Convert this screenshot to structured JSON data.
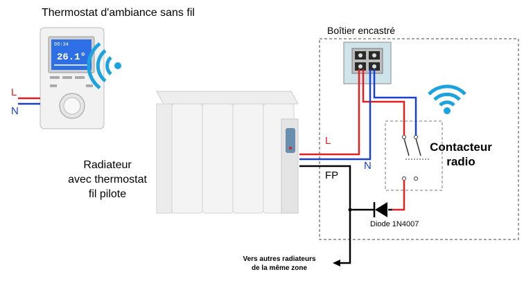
{
  "labels": {
    "title": "Thermostat d'ambiance sans fil",
    "boitier": "Boîtier encastré",
    "radiateur_lines": [
      "Radiateur",
      "avec thermostat",
      "fil pilote"
    ],
    "contacteur_lines": [
      "Contacteur",
      "radio"
    ],
    "diode": "Diode 1N4007",
    "vers_lines": [
      "Vers autres radiateurs",
      "de la même zone"
    ],
    "L": "L",
    "N": "N",
    "FP": "FP"
  },
  "thermostat_display": {
    "time": "09:34",
    "temp": "26.1°"
  },
  "colors": {
    "phase": "#e02020",
    "neutral": "#1a3fd0",
    "pilot": "#000000",
    "wifi": "#1aa3df"
  },
  "icons": [
    "wifi-icon",
    "wifi-icon"
  ]
}
